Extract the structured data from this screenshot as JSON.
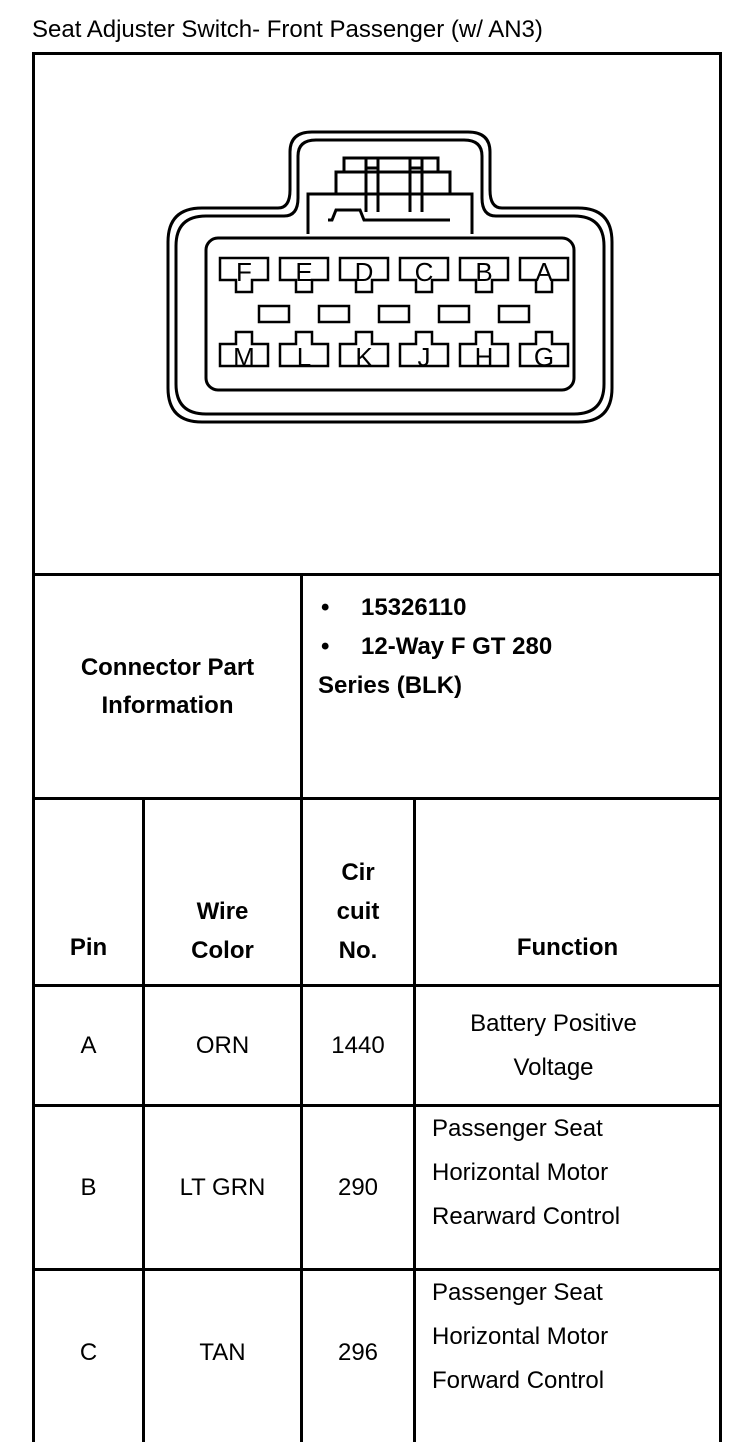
{
  "title": "Seat Adjuster Switch- Front Passenger (w/ AN3)",
  "connector": {
    "top_pins": [
      "F",
      "E",
      "D",
      "C",
      "B",
      "A"
    ],
    "bottom_pins": [
      "M",
      "L",
      "K",
      "J",
      "H",
      "G"
    ]
  },
  "part_info": {
    "label_line1": "Connector Part",
    "label_line2": "Information",
    "bullet": "•",
    "items": [
      "15326110",
      "12-Way F GT 280"
    ],
    "continuation": "Series (BLK)"
  },
  "headers": {
    "pin": "Pin",
    "wire_line1": "Wire",
    "wire_line2": "Color",
    "circuit_line1": "Cir",
    "circuit_line2": "cuit",
    "circuit_line3": "No.",
    "function": "Function"
  },
  "rows": [
    {
      "pin": "A",
      "wire": "ORN",
      "circuit": "1440",
      "function": [
        "Battery Positive",
        "Voltage"
      ]
    },
    {
      "pin": "B",
      "wire": "LT GRN",
      "circuit": "290",
      "function": [
        "Passenger Seat",
        "Horizontal Motor",
        "Rearward Control"
      ]
    },
    {
      "pin": "C",
      "wire": "TAN",
      "circuit": "296",
      "function": [
        "Passenger Seat",
        "Horizontal Motor",
        "Forward Control"
      ]
    }
  ]
}
